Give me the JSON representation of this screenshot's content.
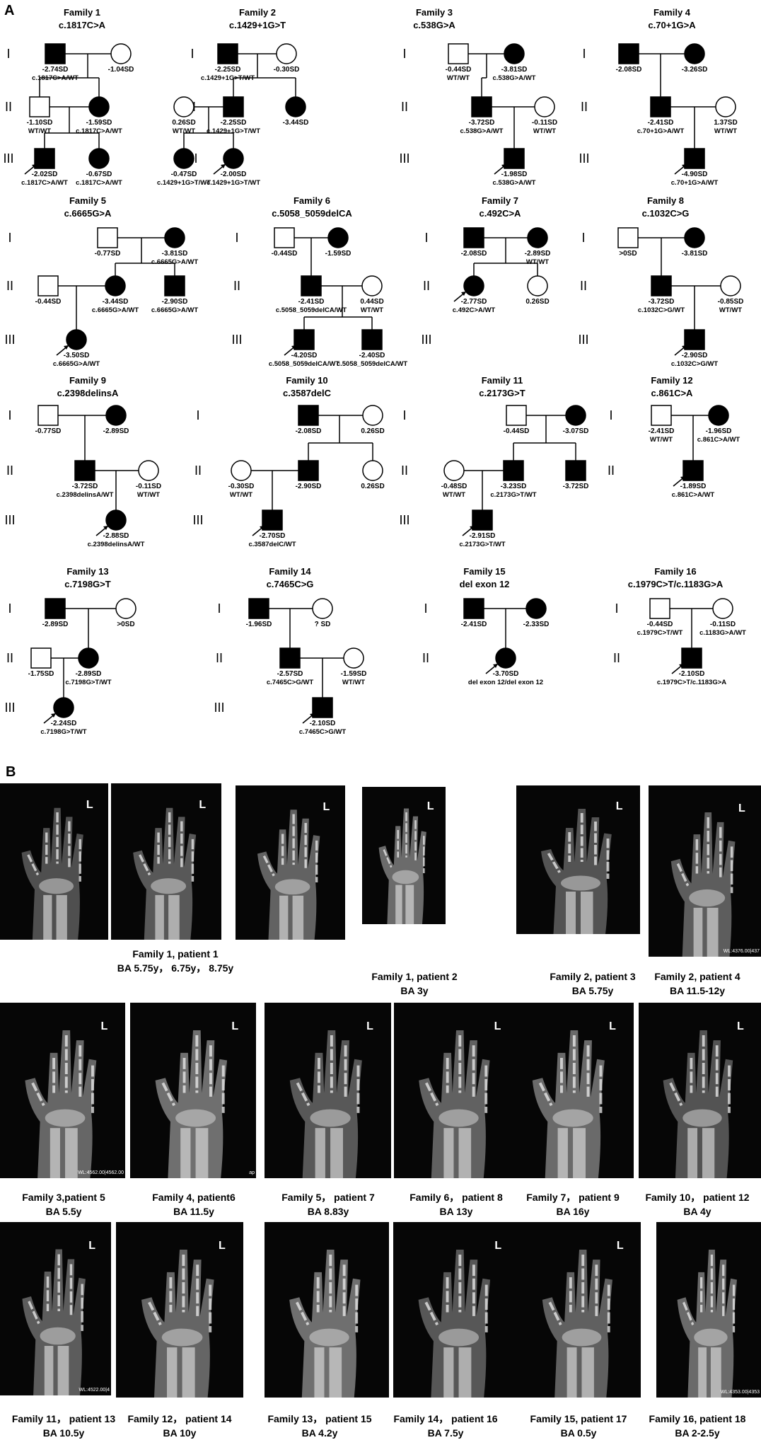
{
  "panelA_label": "A",
  "panelB_label": "B",
  "generation_labels": [
    "I",
    "II",
    "III"
  ],
  "families": [
    {
      "title": "Family 1",
      "variant": "c.1817C>A",
      "members": {
        "I1": {
          "sd": "-2.74SD",
          "genotype": "c.1817C>A/WT"
        },
        "I2": {
          "sd": "-1.04SD",
          "genotype": ""
        },
        "II1": {
          "sd": "-1.10SD",
          "genotype": "WT/WT"
        },
        "II2": {
          "sd": "-1.59SD",
          "genotype": "c.1817C>A/WT"
        },
        "III1": {
          "sd": "-2.02SD",
          "genotype": "c.1817C>A/WT"
        },
        "III2": {
          "sd": "-0.67SD",
          "genotype": "c.1817C>A/WT"
        }
      }
    },
    {
      "title": "Family 2",
      "variant": "c.1429+1G>T",
      "members": {
        "I1": {
          "sd": "-2.25SD",
          "genotype": "c.1429+1G>T/WT"
        },
        "I2": {
          "sd": "-0.30SD",
          "genotype": ""
        },
        "II1": {
          "sd": "0.26SD",
          "genotype": "WT/WT"
        },
        "II2": {
          "sd": "-2.25SD",
          "genotype": "c.1429+1G>T/WT"
        },
        "II3": {
          "sd": "-3.44SD",
          "genotype": ""
        },
        "III1": {
          "sd": "-0.47SD",
          "genotype": "c.1429+1G>T/WT"
        },
        "III2": {
          "sd": "-2.00SD",
          "genotype": "c.1429+1G>T/WT"
        }
      }
    },
    {
      "title": "Family 3",
      "variant": "c.538G>A",
      "members": {
        "I1": {
          "sd": "-0.44SD",
          "genotype": "WT/WT"
        },
        "I2": {
          "sd": "-3.81SD",
          "genotype": "c.538G>A/WT"
        },
        "II1": {
          "sd": "-3.72SD",
          "genotype": "c.538G>A/WT"
        },
        "II2": {
          "sd": "-0.11SD",
          "genotype": "WT/WT"
        },
        "III1": {
          "sd": "-1.98SD",
          "genotype": "c.538G>A/WT"
        }
      }
    },
    {
      "title": "Family 4",
      "variant": "c.70+1G>A",
      "members": {
        "I1": {
          "sd": "-2.08SD",
          "genotype": ""
        },
        "I2": {
          "sd": "-3.26SD",
          "genotype": ""
        },
        "II1": {
          "sd": "-2.41SD",
          "genotype": "c.70+1G>A/WT"
        },
        "II2": {
          "sd": "1.37SD",
          "genotype": "WT/WT"
        },
        "III1": {
          "sd": "-4.90SD",
          "genotype": "c.70+1G>A/WT"
        }
      }
    },
    {
      "title": "Family 5",
      "variant": "c.6665G>A",
      "members": {
        "I1": {
          "sd": "-0.77SD",
          "genotype": ""
        },
        "I2": {
          "sd": "-3.81SD",
          "genotype": "c.6665G>A/WT"
        },
        "II1": {
          "sd": "-0.44SD",
          "genotype": ""
        },
        "II2": {
          "sd": "-3.44SD",
          "genotype": "c.6665G>A/WT"
        },
        "II3": {
          "sd": "-2.90SD",
          "genotype": "c.6665G>A/WT"
        },
        "III1": {
          "sd": "-3.50SD",
          "genotype": "c.6665G>A/WT"
        }
      }
    },
    {
      "title": "Family 6",
      "variant": "c.5058_5059delCA",
      "members": {
        "I1": {
          "sd": "-0.44SD",
          "genotype": ""
        },
        "I2": {
          "sd": "-1.59SD",
          "genotype": ""
        },
        "II1": {
          "sd": "-2.41SD",
          "genotype": "c.5058_5059delCA/WT"
        },
        "II2": {
          "sd": "0.44SD",
          "genotype": "WT/WT"
        },
        "III1": {
          "sd": "-4.20SD",
          "genotype": "c.5058_5059delCA/WT"
        },
        "III2": {
          "sd": "-2.40SD",
          "genotype": "c.5058_5059delCA/WT"
        }
      }
    },
    {
      "title": "Family 7",
      "variant": "c.492C>A",
      "members": {
        "I1": {
          "sd": "-2.08SD",
          "genotype": ""
        },
        "I2": {
          "sd": "-2.89SD",
          "genotype": "WT/WT"
        },
        "II1": {
          "sd": "-2.77SD",
          "genotype": "c.492C>A/WT"
        },
        "II2": {
          "sd": "0.26SD",
          "genotype": ""
        }
      }
    },
    {
      "title": "Family 8",
      "variant": "c.1032C>G",
      "members": {
        "I1": {
          "sd": ">0SD",
          "genotype": ""
        },
        "I2": {
          "sd": "-3.81SD",
          "genotype": ""
        },
        "II1": {
          "sd": "-3.72SD",
          "genotype": "c.1032C>G/WT"
        },
        "II2": {
          "sd": "-0.85SD",
          "genotype": "WT/WT"
        },
        "III1": {
          "sd": "-2.90SD",
          "genotype": "c.1032C>G/WT"
        }
      }
    },
    {
      "title": "Family 9",
      "variant": "c.2398delinsA",
      "members": {
        "I1": {
          "sd": "-0.77SD",
          "genotype": ""
        },
        "I2": {
          "sd": "-2.89SD",
          "genotype": ""
        },
        "II1": {
          "sd": "-3.72SD",
          "genotype": "c.2398delinsA/WT"
        },
        "II2": {
          "sd": "-0.11SD",
          "genotype": "WT/WT"
        },
        "III1": {
          "sd": "-2.88SD",
          "genotype": "c.2398delinsA/WT"
        }
      }
    },
    {
      "title": "Family 10",
      "variant": "c.3587delC",
      "members": {
        "I1": {
          "sd": "-2.08SD",
          "genotype": ""
        },
        "I2": {
          "sd": "0.26SD",
          "genotype": ""
        },
        "II1": {
          "sd": "-0.30SD",
          "genotype": "WT/WT"
        },
        "II2": {
          "sd": "-2.90SD",
          "genotype": ""
        },
        "II3": {
          "sd": "0.26SD",
          "genotype": ""
        },
        "III1": {
          "sd": "-2.70SD",
          "genotype": "c.3587delC/WT"
        }
      }
    },
    {
      "title": "Family 11",
      "variant": "c.2173G>T",
      "members": {
        "I1": {
          "sd": "-0.44SD",
          "genotype": ""
        },
        "I2": {
          "sd": "-3.07SD",
          "genotype": ""
        },
        "II1": {
          "sd": "-0.48SD",
          "genotype": "WT/WT"
        },
        "II2": {
          "sd": "-3.23SD",
          "genotype": "c.2173G>T/WT"
        },
        "II3": {
          "sd": "-3.72SD",
          "genotype": ""
        },
        "III1": {
          "sd": "-2.91SD",
          "genotype": "c.2173G>T/WT"
        }
      }
    },
    {
      "title": "Family 12",
      "variant": "c.861C>A",
      "members": {
        "I1": {
          "sd": "-2.41SD",
          "genotype": "WT/WT"
        },
        "I2": {
          "sd": "-1.96SD",
          "genotype": "c.861C>A/WT"
        },
        "II1": {
          "sd": "-1.89SD",
          "genotype": "c.861C>A/WT"
        }
      }
    },
    {
      "title": "Family 13",
      "variant": "c.7198G>T",
      "members": {
        "I1": {
          "sd": "-2.89SD",
          "genotype": ""
        },
        "I2": {
          "sd": ">0SD",
          "genotype": ""
        },
        "II1": {
          "sd": "-1.75SD",
          "genotype": ""
        },
        "II2": {
          "sd": "-2.89SD",
          "genotype": "c.7198G>T/WT"
        },
        "III1": {
          "sd": "-2.24SD",
          "genotype": "c.7198G>T/WT"
        }
      }
    },
    {
      "title": "Family 14",
      "variant": "c.7465C>G",
      "members": {
        "I1": {
          "sd": "-1.96SD",
          "genotype": ""
        },
        "I2": {
          "sd": "? SD",
          "genotype": ""
        },
        "II1": {
          "sd": "-2.57SD",
          "genotype": "c.7465C>G/WT"
        },
        "II2": {
          "sd": "-1.59SD",
          "genotype": "WT/WT"
        },
        "III1": {
          "sd": "-2.10SD",
          "genotype": "c.7465C>G/WT"
        }
      }
    },
    {
      "title": "Family 15",
      "variant": "del exon 12",
      "members": {
        "I1": {
          "sd": "-2.41SD",
          "genotype": ""
        },
        "I2": {
          "sd": "-2.33SD",
          "genotype": ""
        },
        "II1": {
          "sd": "-3.70SD",
          "genotype": "del exon 12/del exon 12"
        }
      }
    },
    {
      "title": "Family 16",
      "variant": "c.1979C>T/c.1183G>A",
      "members": {
        "I1": {
          "sd": "-0.44SD",
          "genotype": "c.1979C>T/WT"
        },
        "I2": {
          "sd": "-0.11SD",
          "genotype": "c.1183G>A/WT"
        },
        "II1": {
          "sd": "-2.10SD",
          "genotype": "c.1979C>T/c.1183G>A"
        }
      }
    }
  ],
  "xrays": [
    {
      "mark": "L",
      "overlay": ""
    },
    {
      "mark": "L",
      "overlay": ""
    },
    {
      "mark": "L",
      "overlay": ""
    },
    {
      "mark": "L",
      "overlay": ""
    },
    {
      "mark": "L",
      "overlay": ""
    },
    {
      "mark": "L",
      "overlay": "WL:4376.00|437"
    },
    {
      "mark": "L",
      "overlay": "WL:4562.00|4562.00"
    },
    {
      "mark": "L",
      "overlay": "ap"
    },
    {
      "mark": "L",
      "overlay": ""
    },
    {
      "mark": "L",
      "overlay": ""
    },
    {
      "mark": "L",
      "overlay": ""
    },
    {
      "mark": "L",
      "overlay": ""
    },
    {
      "mark": "L",
      "overlay": "WL:4522.00|4"
    },
    {
      "mark": "L",
      "overlay": ""
    },
    {
      "mark": "",
      "overlay": ""
    },
    {
      "mark": "L",
      "overlay": ""
    },
    {
      "mark": "L",
      "overlay": ""
    },
    {
      "mark": "",
      "overlay": "WL:4353.00|4353"
    }
  ],
  "captions": [
    {
      "line1": "Family 1, patient 1",
      "line2": "BA 5.75y， 6.75y， 8.75y"
    },
    {
      "line1": "Family 1, patient 2",
      "line2": "BA 3y"
    },
    {
      "line1": "Family 2, patient 3",
      "line2": "BA 5.75y"
    },
    {
      "line1": "Family 2, patient 4",
      "line2": "BA 11.5-12y"
    },
    {
      "line1": "Family 3,patient 5",
      "line2": "BA 5.5y"
    },
    {
      "line1": "Family 4, patient6",
      "line2": "BA 11.5y"
    },
    {
      "line1": "Family 5， patient 7",
      "line2": "BA 8.83y"
    },
    {
      "line1": "Family 6， patient 8",
      "line2": "BA 13y"
    },
    {
      "line1": "Family 7， patient 9",
      "line2": "BA 16y"
    },
    {
      "line1": "Family 10， patient 12",
      "line2": "BA 4y"
    },
    {
      "line1": "Family 11， patient 13",
      "line2": "BA 10.5y"
    },
    {
      "line1": "Family 12， patient 14",
      "line2": "BA 10y"
    },
    {
      "line1": "Family 13， patient 15",
      "line2": "BA 4.2y"
    },
    {
      "line1": "Family 14， patient 16",
      "line2": "BA 7.5y"
    },
    {
      "line1": "Family 15, patient 17",
      "line2": "BA 0.5y"
    },
    {
      "line1": "Family 16, patient 18",
      "line2": "BA 2-2.5y"
    }
  ]
}
